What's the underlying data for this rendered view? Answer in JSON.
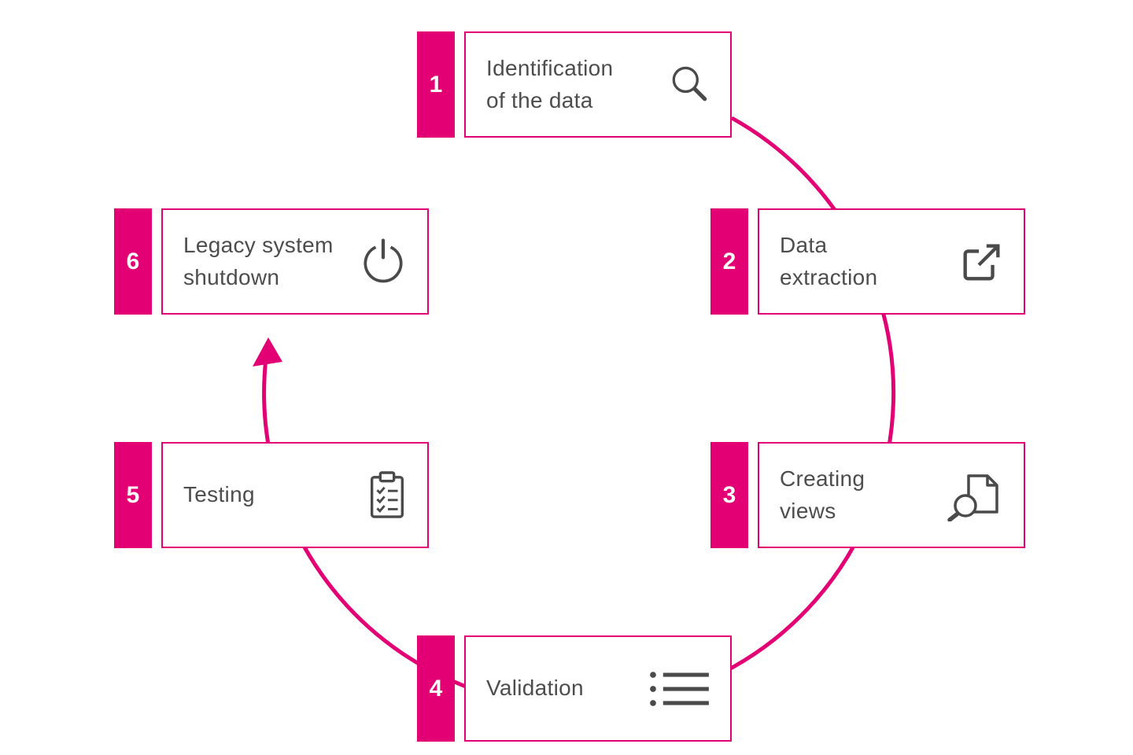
{
  "diagram": {
    "accent_color": "#E20074",
    "icon_color": "#4a4a4a",
    "steps": [
      {
        "number": "1",
        "label": "Identification\nof the data",
        "icon": "magnifier-icon"
      },
      {
        "number": "2",
        "label": "Data\nextraction",
        "icon": "export-icon"
      },
      {
        "number": "3",
        "label": "Creating\nviews",
        "icon": "document-search-icon"
      },
      {
        "number": "4",
        "label": "Validation",
        "icon": "bulleted-list-icon"
      },
      {
        "number": "5",
        "label": "Testing",
        "icon": "clipboard-checklist-icon"
      },
      {
        "number": "6",
        "label": "Legacy system\nshutdown",
        "icon": "power-icon"
      }
    ]
  }
}
